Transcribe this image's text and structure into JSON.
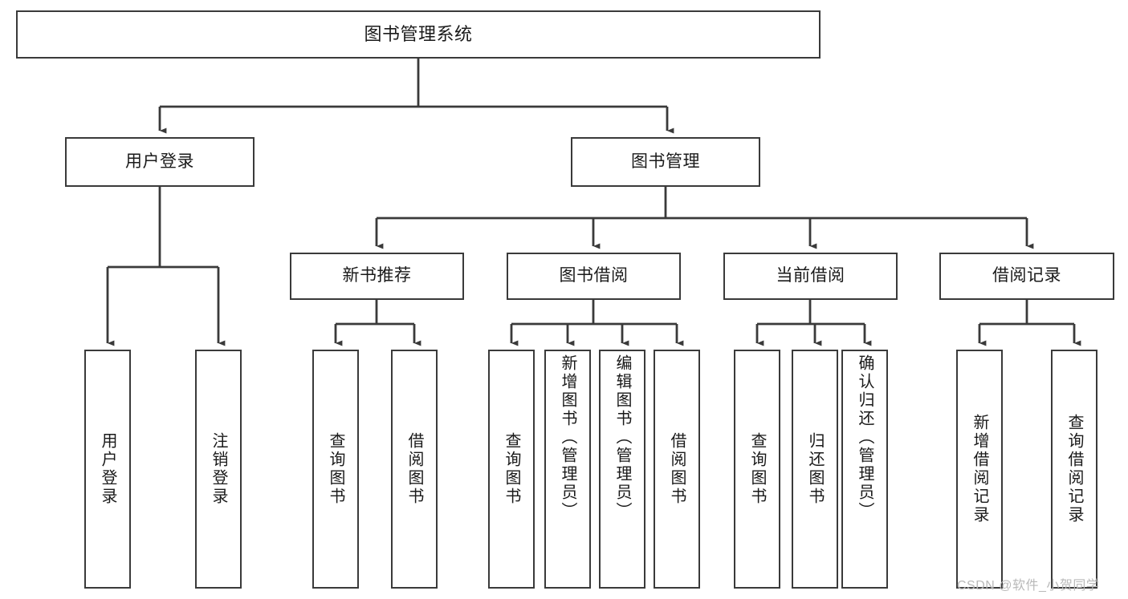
{
  "diagram": {
    "title": "图书管理系统",
    "type": "hierarchy-tree",
    "watermark": "CSDN @软件_小贺同学",
    "colors": {
      "background": "#ffffff",
      "box_border": "#3a3a3a",
      "box_fill": "#ffffff",
      "text": "#1a1a1a",
      "connector": "#3a3a3a",
      "watermark": "#b9b9b9"
    },
    "levels": {
      "root": {
        "label": "图书管理系统"
      },
      "level2": [
        {
          "id": "user-login",
          "label": "用户登录"
        },
        {
          "id": "book-management",
          "label": "图书管理"
        }
      ],
      "level3": [
        {
          "id": "new-book-recommend",
          "label": "新书推荐"
        },
        {
          "id": "book-borrow",
          "label": "图书借阅"
        },
        {
          "id": "current-borrow",
          "label": "当前借阅"
        },
        {
          "id": "borrow-record",
          "label": "借阅记录"
        }
      ],
      "leaves": [
        {
          "id": "leaf-user-login",
          "label": "用户登录",
          "parent": "user-login"
        },
        {
          "id": "leaf-logout",
          "label": "注销登录",
          "parent": "user-login"
        },
        {
          "id": "leaf-query-book-1",
          "label": "查询图书",
          "parent": "new-book-recommend"
        },
        {
          "id": "leaf-borrow-book-1",
          "label": "借阅图书",
          "parent": "new-book-recommend"
        },
        {
          "id": "leaf-query-book-2",
          "label": "查询图书",
          "parent": "book-borrow"
        },
        {
          "id": "leaf-add-book",
          "label": "新增图书（管理员）",
          "parent": "book-borrow"
        },
        {
          "id": "leaf-edit-book",
          "label": "编辑图书（管理员）",
          "parent": "book-borrow"
        },
        {
          "id": "leaf-borrow-book-2",
          "label": "借阅图书",
          "parent": "book-borrow"
        },
        {
          "id": "leaf-query-book-3",
          "label": "查询图书",
          "parent": "current-borrow"
        },
        {
          "id": "leaf-return-book",
          "label": "归还图书",
          "parent": "current-borrow"
        },
        {
          "id": "leaf-confirm-return",
          "label": "确认归还（管理员）",
          "parent": "current-borrow"
        },
        {
          "id": "leaf-add-record",
          "label": "新增借阅记录",
          "parent": "borrow-record"
        },
        {
          "id": "leaf-query-record",
          "label": "查询借阅记录",
          "parent": "borrow-record"
        }
      ]
    }
  }
}
